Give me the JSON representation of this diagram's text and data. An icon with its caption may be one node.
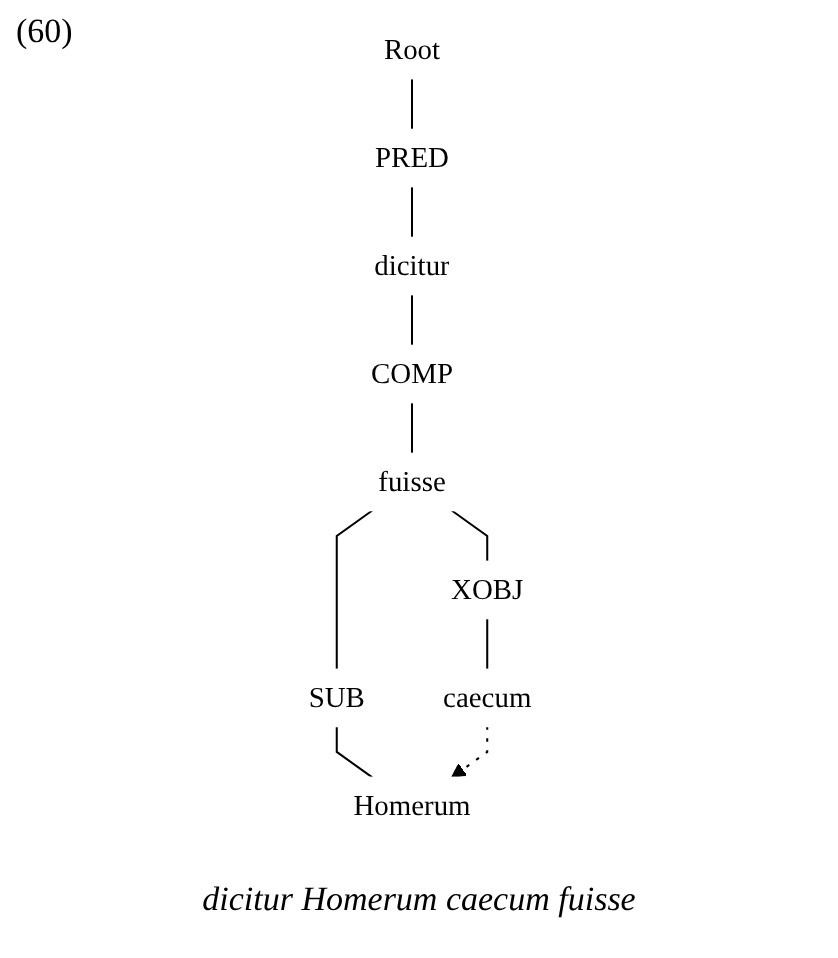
{
  "diagram": {
    "caption": "dicitur Homerum caecum fuisse",
    "nodes": [
      {
        "text": [
          "Root"
        ]
      },
      {
        "text": [
          "PRED"
        ]
      },
      {
        "text": [
          "dicitur"
        ]
      },
      {
        "text": [
          "COMP"
        ]
      },
      {
        "text": [
          "fuisse"
        ]
      },
      {
        "text": [
          "SUB"
        ]
      },
      {
        "text": [
          "XOBJ"
        ]
      },
      {
        "text": [
          "Homerum"
        ]
      },
      {
        "text": [
          "caecum"
        ]
      }
    ],
    "edges": [
      {
        "from": 0,
        "to": 1,
        "arrow": "none"
      },
      {
        "from": 1,
        "to": 2,
        "arrow": "none"
      },
      {
        "from": 2,
        "to": 3,
        "arrow": "none"
      },
      {
        "from": 3,
        "to": 4,
        "arrow": "none"
      },
      {
        "from": 4,
        "to": 5,
        "arrow": "none"
      },
      {
        "from": 4,
        "to": 6,
        "arrow": "none"
      },
      {
        "from": 5,
        "to": 7,
        "arrow": "none"
      },
      {
        "from": 6,
        "to": 8,
        "arrow": "none"
      },
      {
        "from": 8,
        "to": 7,
        "arrow": "to",
        "style": "dashed"
      }
    ],
    "labels": [
      "(60)"
    ]
  }
}
